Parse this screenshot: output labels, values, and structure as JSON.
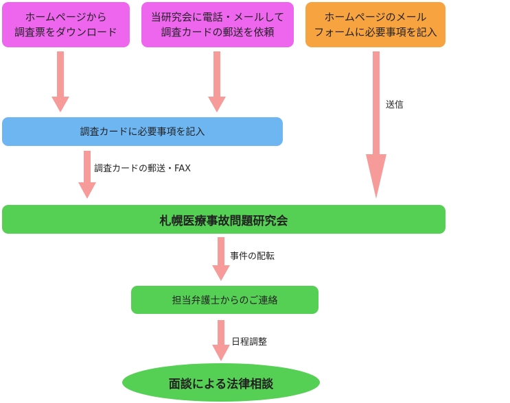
{
  "boxes": {
    "download": {
      "line1": "ホームページから",
      "line2": "調査票をダウンロード"
    },
    "contact": {
      "line1": "当研究会に電話・メールして",
      "line2": "調査カードの郵送を依頼"
    },
    "webform": {
      "line1": "ホームページのメール",
      "line2": "フォームに必要事項を記入"
    },
    "fill_card": "調査カードに必要事項を記入",
    "society": "札幌医療事故問題研究会",
    "lawyer_contact": "担当弁護士からのご連絡",
    "consultation": "面談による法律相談"
  },
  "arrow_labels": {
    "send": "送信",
    "mail_fax": "調査カードの郵送・FAX",
    "assign": "事件の配転",
    "schedule": "日程調整"
  },
  "colors": {
    "pink_box": "#ee66ee",
    "orange_box": "#f7a340",
    "blue_box": "#6eb6f2",
    "green_box": "#55d055",
    "arrow": "#f79a9a"
  }
}
